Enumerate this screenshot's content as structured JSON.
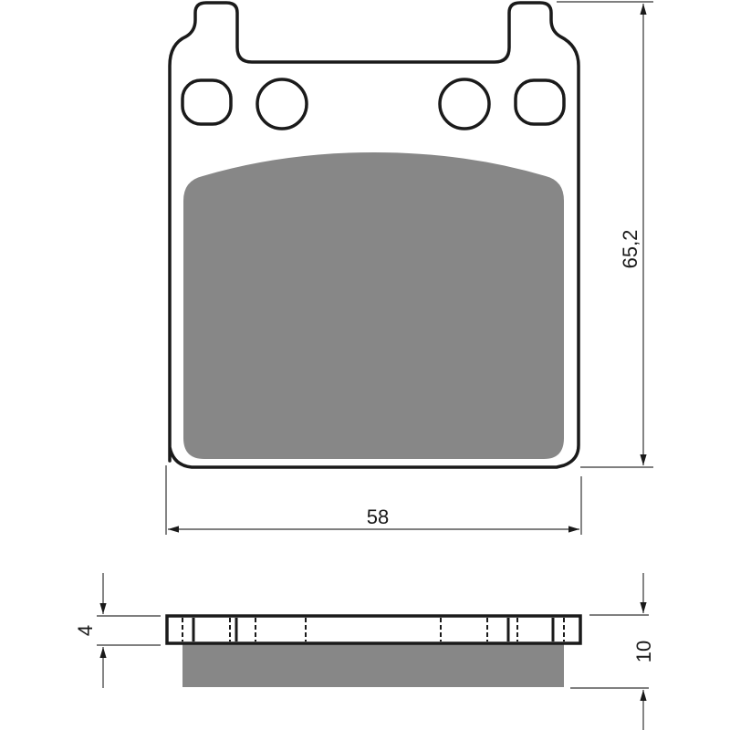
{
  "drawing": {
    "subject": "brake pad technical drawing",
    "colors": {
      "outline": "#1a1a1a",
      "friction_material": "#878787",
      "dimension_line": "#333333",
      "background": "#ffffff"
    },
    "front_view": {
      "holes_count": 4
    },
    "dimensions": {
      "height": {
        "label": "65,2",
        "value": 65.2,
        "unit": "mm"
      },
      "width": {
        "label": "58",
        "value": 58,
        "unit": "mm"
      },
      "backing_plate_thickness": {
        "label": "4",
        "value": 4,
        "unit": "mm"
      },
      "total_thickness": {
        "label": "10",
        "value": 10,
        "unit": "mm"
      }
    }
  }
}
